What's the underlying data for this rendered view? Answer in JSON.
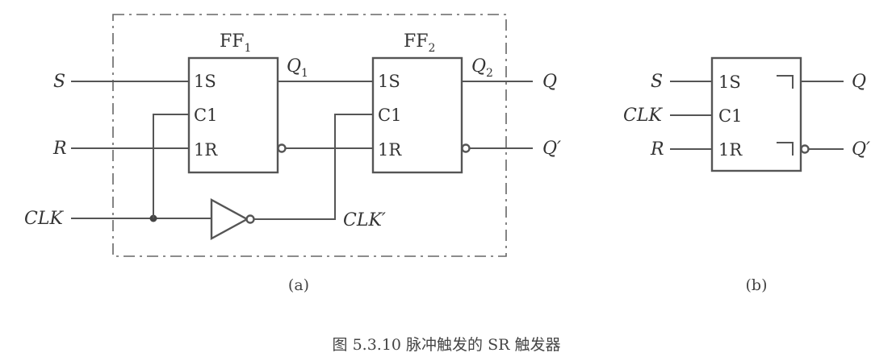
{
  "figure": {
    "caption": "图 5.3.10  脉冲触发的 SR 触发器",
    "sub_a_label": "(a)",
    "sub_b_label": "(b)"
  },
  "diagram_a": {
    "ff1_name": "FF",
    "ff1_sub": "1",
    "ff2_name": "FF",
    "ff2_sub": "2",
    "pin_1s": "1S",
    "pin_c1": "C1",
    "pin_1r": "1R",
    "in_s": "S",
    "in_r": "R",
    "in_clk": "CLK",
    "q1_name": "Q",
    "q1_sub": "1",
    "q2_name": "Q",
    "q2_sub": "2",
    "out_q": "Q",
    "out_qn": "Q′",
    "clk_inv": "CLK′"
  },
  "diagram_b": {
    "pin_1s": "1S",
    "pin_c1": "C1",
    "pin_1r": "1R",
    "in_s": "S",
    "in_clk": "CLK",
    "in_r": "R",
    "out_q": "Q",
    "out_qn": "Q′"
  }
}
